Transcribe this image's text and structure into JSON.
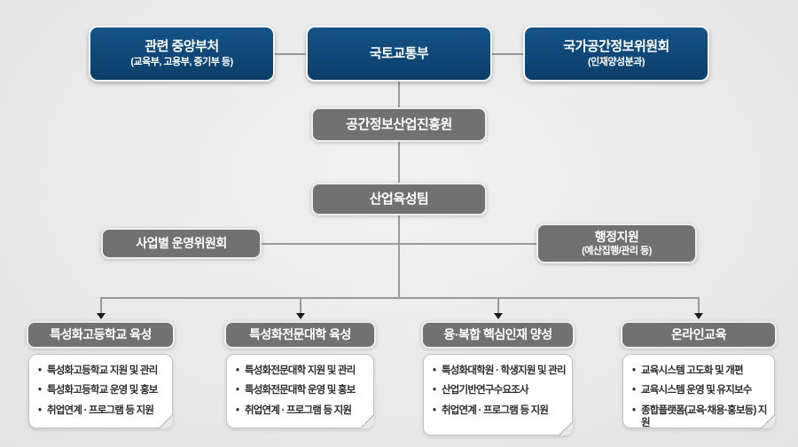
{
  "org": {
    "top": [
      {
        "title": "관련 중앙부처",
        "subtitle": "(교육부, 고용부, 중기부 등)"
      },
      {
        "title": "국토교통부",
        "subtitle": ""
      },
      {
        "title": "국가공간정보위원회",
        "subtitle": "(인재양성분과)"
      }
    ],
    "center": [
      {
        "title": "공간정보산업진흥원"
      },
      {
        "title": "산업육성팀"
      }
    ],
    "left_box": {
      "title": "사업별 운영위원회"
    },
    "right_box": {
      "title": "행정지원",
      "subtitle": "(예산집행/관리 등)"
    },
    "columns": [
      {
        "header": "특성화고등학교 육성",
        "items": [
          "특성화고등학교 지원 및 관리",
          "특성화고등학교 운영 및 홍보",
          "취업연계 · 프로그램 등 지원"
        ]
      },
      {
        "header": "특성화전문대학 육성",
        "items": [
          "특성화전문대학 지원 및 관리",
          "특성화전문대학 운영 및 홍보",
          "취업연계 · 프로그램 등 지원"
        ]
      },
      {
        "header": "융·복합 핵심인재 양성",
        "items": [
          "특성화대학원 · 학생지원 및 관리",
          "산업기반연구수요조사",
          "취업연계 · 프로그램 등 지원"
        ]
      },
      {
        "header": "온라인교육",
        "items": [
          "교육시스템 고도화 및 개편",
          "교육시스템 운영 및 유지보수",
          "종합플랫폼(교육·채용·홍보등) 지원"
        ]
      }
    ],
    "colors": {
      "navy": "#0f4877",
      "gray": "#717171",
      "line": "#9a9a9a"
    }
  }
}
